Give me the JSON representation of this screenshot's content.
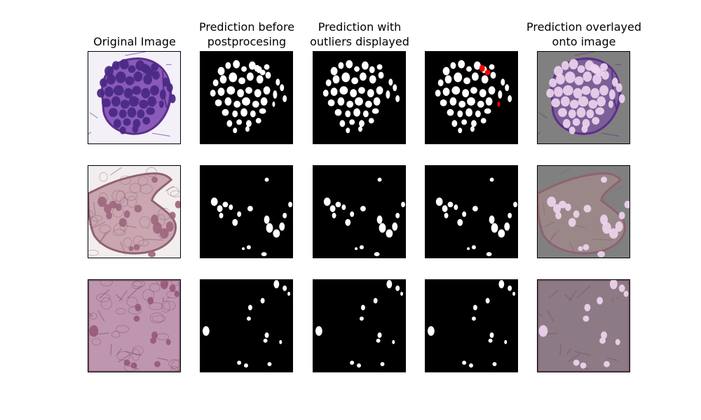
{
  "figure": {
    "column_titles": [
      "Original Image",
      "Prediction before\npostprocesing",
      "Prediction with\noutliers displayed",
      "",
      "Prediction overlayed\nonto image"
    ],
    "rows": [
      {
        "tissue_fill": "#8a5ab8",
        "tissue_edge": "#5c2f8a",
        "background": "#f4f0f8",
        "cell_fill": "#4a2a86",
        "overlay_tint": "#7b6098"
      },
      {
        "tissue_fill": "#c9a6b0",
        "tissue_edge": "#8f6272",
        "background": "#f2eeee",
        "cell_fill": "#a06880",
        "overlay_tint": "#9a8888"
      },
      {
        "tissue_fill": "#b98aa6",
        "tissue_edge": "#7a4d66",
        "background": "#e7e1e6",
        "cell_fill": "#9a5a7c",
        "overlay_tint": "#8f7a86"
      }
    ],
    "colors": {
      "mask_background": "#000000",
      "mask_blob": "#ffffff",
      "outlier": "#ff0000",
      "overlay_background": "#808080",
      "overlay_blob": "#f0d6f0"
    }
  }
}
